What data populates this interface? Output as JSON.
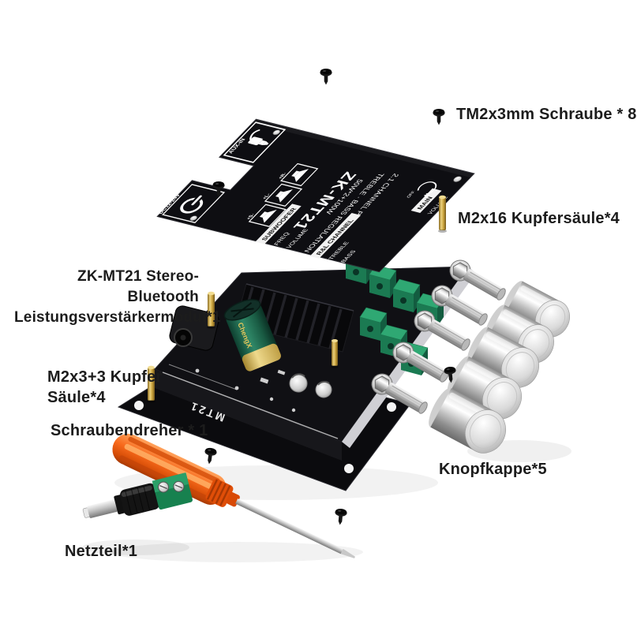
{
  "kit_labels": {
    "screws": "TM2x3mm Schraube * 8",
    "standoff_long": "M2x16 Kupfersäule*4",
    "module_line1": "ZK-MT21 Stereo-Bluetooth",
    "module_line2": "Leistungsverstärkermodul*1",
    "standoff_short_line1": "M2x3+3 Kupfer",
    "standoff_short_line2": "Säule*4",
    "screwdriver": "Schraubendreher * 1",
    "knob_caps": "Knopfkappe*5",
    "power_plug": "Netzteil*1"
  },
  "panel": {
    "model": "ZK-MT21",
    "power_rating": "50W*2+100W",
    "line_regulation": "TREBLE · BASS REGULATION",
    "line_type": "2.1 CHANNEL POWER AMPLIFIER",
    "aux_label": "AUX-IN",
    "dc_label": "DC12-24V",
    "speakers": [
      "+R-",
      "+L-",
      "+S-"
    ],
    "groups": {
      "subwoofer": "SUBWOOFER",
      "freq": "FREQ",
      "volume": "VOLUME",
      "rl_channel": "R&L CHANNEL",
      "treble": "TREBLE",
      "bass": "BASS",
      "main": "MAIN",
      "main_volume": "VOLUME",
      "off": "OFF"
    }
  },
  "pcb": {
    "front_marking": "MT21",
    "capacitor_brand": "ChengX"
  },
  "colors": {
    "terminal_green": "#2fa873",
    "brass": "#c9a23c",
    "screwdriver_orange": "#f25a12",
    "panel_black": "#0e0e12",
    "label_text": "#1c1c1c"
  }
}
